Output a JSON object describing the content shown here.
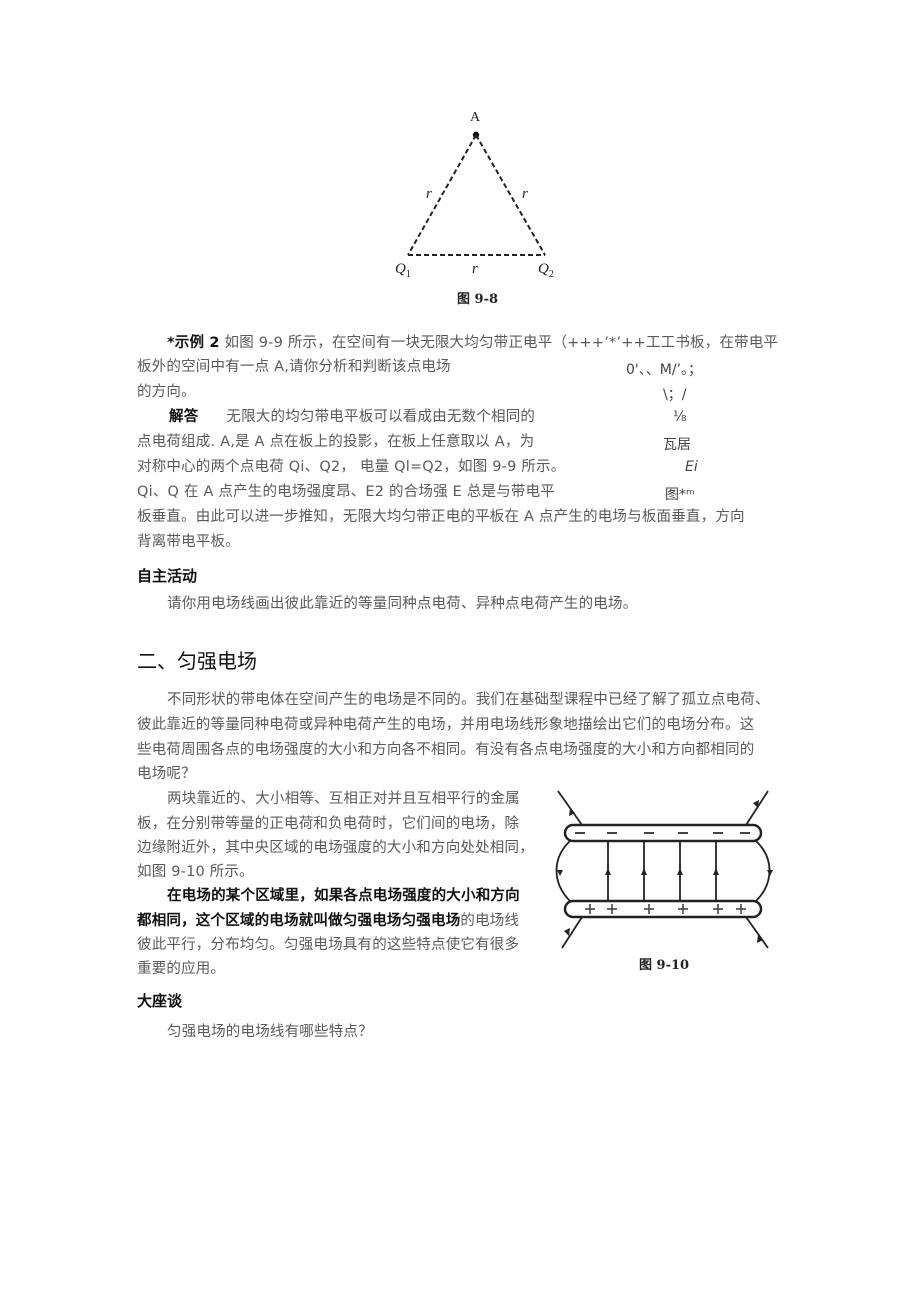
{
  "figure_9_8": {
    "vertex_top": "A",
    "side_left": "r",
    "side_right": "r",
    "side_bottom": "r",
    "left_charge": "Q",
    "left_charge_sub": "1",
    "right_charge": "Q",
    "right_charge_sub": "2",
    "caption": "图 9-8"
  },
  "example2": {
    "marker": "*示例 2",
    "line1": " 如图 9-9 所示，在空间有一块无限大均匀带正电平（+++’*’++工工书板，在带电平",
    "line2": "板外的空间中有一点 A,请你分析和判断该点电场",
    "line2_side": "0'、、M/’。；",
    "line3": "的方向。",
    "line3_side": "\\；/"
  },
  "answer": {
    "label": "解答",
    "line1": "无限大的均匀带电平板可以看成由无数个相同的",
    "line1_side": "⅛",
    "line2": "点电荷组成. A,是 A 点在板上的投影，在板上任意取以 A，为",
    "line2_side": "瓦居",
    "line3": "对称中心的两个点电荷 Qi、Q2， 电量 Ql=Q2，如图 9-9 所示。",
    "line3_side": "Ei",
    "line4": "Qi、Q 在 A 点产生的电场强度昂、E2 的合场强 E 总是与带电平",
    "line4_side": "图*ᵐ",
    "line5": "板垂直。由此可以进一步推知，无限大均匀带正电的平板在 A 点产生的电场与板面垂直，方向",
    "line6": "背离带电平板。"
  },
  "activity": {
    "heading": "自主活动",
    "text": "请你用电场线画出彼此靠近的等量同种点电荷、异种点电荷产生的电场。"
  },
  "section2": {
    "heading": "二、匀强电场",
    "para1_line1": "不同形状的带电体在空间产生的电场是不同的。我们在基础型课程中已经了解了孤立点电荷、",
    "para1_line2": "彼此靠近的等量同种电荷或异种电荷产生的电场，并用电场线形象地描绘出它们的电场分布。这",
    "para1_line3": "些电荷周围各点的电场强度的大小和方向各不相同。有没有各点电场强度的大小和方向都相同的",
    "para1_line4": "电场呢？",
    "para2_line1": "两块靠近的、大小相等、互相正对并且互相平行的金属",
    "para2_line2": "板，在分别带等量的正电荷和负电荷时，它们间的电场，除",
    "para2_line3": "边缘附近外，其中央区域的电场强度的大小和方向处处相同，",
    "para2_line4": "如图 9-10 所示。",
    "para3_bold1": "在电场的某个区域里，如果各点电场强度的大小和方向",
    "para3_bold2": "都相同，这个区域的电场就叫做匀强电场匀强电场",
    "para3_tail": "的电场线",
    "para3_line3": "彼此平行，分布均匀。匀强电场具有的这些特点使它有很多",
    "para3_line4": "重要的应用。"
  },
  "figure_9_10": {
    "top_plate_signs": [
      "—",
      "—",
      "—",
      "—",
      "—",
      "—"
    ],
    "bottom_plate_signs": [
      "+",
      "+",
      "+",
      "+",
      "+",
      "+"
    ],
    "caption": "图 9-10"
  },
  "discussion": {
    "heading": "大座谈",
    "text": "匀强电场的电场线有哪些特点？"
  }
}
